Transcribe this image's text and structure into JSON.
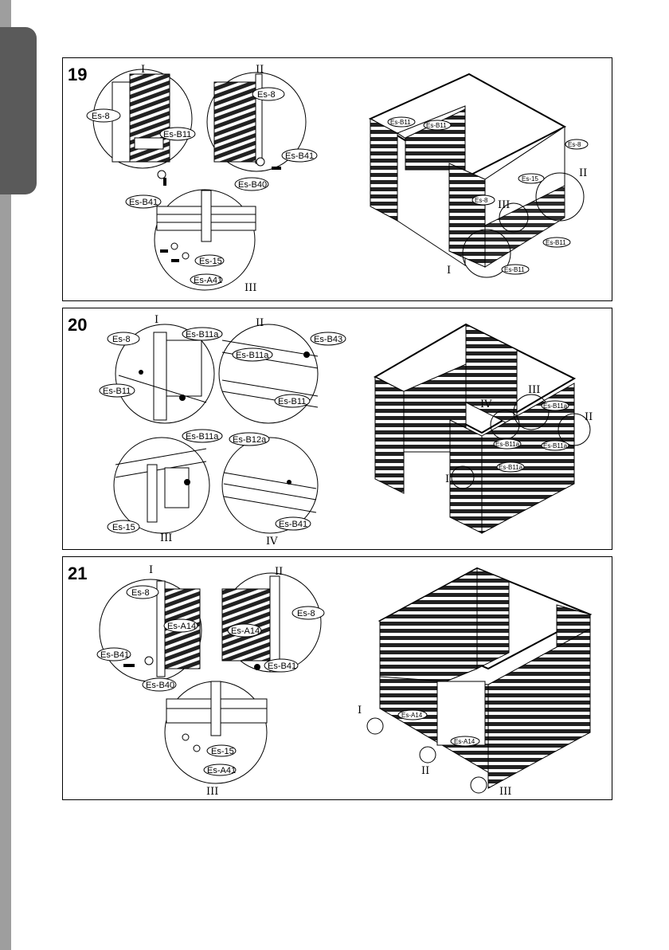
{
  "steps": [
    {
      "number": "19",
      "details": [
        "I",
        "II",
        "III"
      ],
      "detail_labels": {
        "I": [
          "Es-8",
          "Es-B11",
          "Es-B41"
        ],
        "II": [
          "Es-8",
          "Es-B41",
          "Es-B40"
        ],
        "III": [
          "Es-15",
          "Es-A41"
        ]
      },
      "main_labels": [
        "Es-B11",
        "Es-B11",
        "Es-8",
        "Es-15",
        "Es-8",
        "Es-B11",
        "Es-B11"
      ],
      "main_markers": [
        "I",
        "II",
        "III"
      ]
    },
    {
      "number": "20",
      "details": [
        "I",
        "II",
        "III",
        "IV"
      ],
      "detail_labels": {
        "I": [
          "Es-8",
          "Es-B11a",
          "Es-B11"
        ],
        "II": [
          "Es-B11a",
          "Es-B43",
          "Es-B11"
        ],
        "III": [
          "Es-B11a",
          "Es-15"
        ],
        "IV": [
          "Es-B12a",
          "Es-B41"
        ]
      },
      "main_labels": [
        "Es-B11a",
        "Es-B11a",
        "Es-B11a",
        "Es-B11a"
      ],
      "main_markers": [
        "I",
        "II",
        "III",
        "IV"
      ]
    },
    {
      "number": "21",
      "details": [
        "I",
        "II",
        "III"
      ],
      "detail_labels": {
        "I": [
          "Es-8",
          "Es-A14",
          "Es-B41",
          "Es-B40"
        ],
        "II": [
          "Es-8",
          "Es-A14",
          "Es-B41"
        ],
        "III": [
          "Es-15",
          "Es-A41"
        ]
      },
      "main_labels": [
        "Es-A14",
        "Es-A14"
      ],
      "main_markers": [
        "I",
        "II",
        "III"
      ]
    }
  ]
}
